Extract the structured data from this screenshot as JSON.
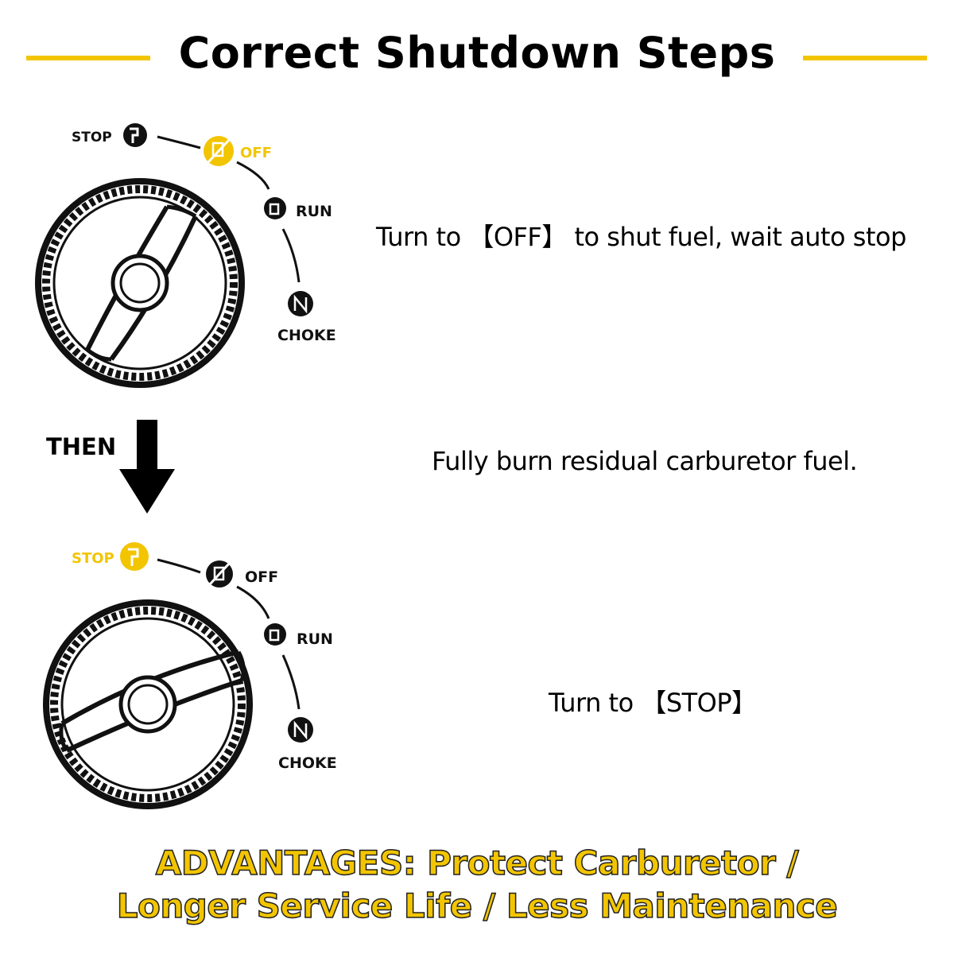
{
  "title": "Correct Shutdown Steps",
  "colors": {
    "accent": "#F2C500",
    "text": "#000000",
    "background": "#FFFFFF"
  },
  "steps": {
    "step1": "Turn to 【OFF】 to shut fuel, wait auto stop",
    "step2": "Fully burn residual carburetor fuel.",
    "step3": "Turn to 【STOP】",
    "then": "THEN"
  },
  "dial_labels": {
    "stop": "STOP",
    "off": "OFF",
    "run": "RUN",
    "choke": "CHOKE"
  },
  "advantages": {
    "line1": "ADVANTAGES: Protect Carburetor /",
    "line2": "Longer Service Life / Less Maintenance"
  }
}
